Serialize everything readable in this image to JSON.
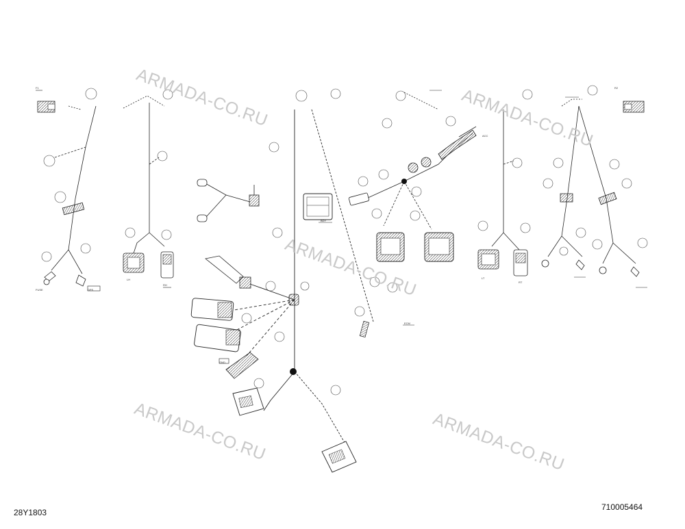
{
  "watermark": {
    "text": "ARMADA-CO.RU"
  },
  "footer": {
    "left_code": "28Y1803",
    "right_code": "710005464"
  },
  "callout_labels": {
    "top_left_tag": "F1",
    "top_right_tag": "R2",
    "connector_1": "FUSE",
    "connector_2": "DPS",
    "connector_3": "LH",
    "connector_4": "RH",
    "connector_5": "ECM",
    "connector_6": "BDY",
    "connector_7": "ACC",
    "connector_8": "GND",
    "connector_9": "LT",
    "connector_10": "RT"
  }
}
